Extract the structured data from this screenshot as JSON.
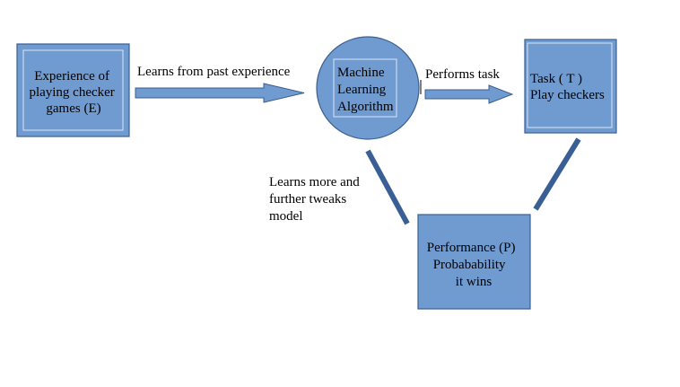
{
  "colors": {
    "node_fill": "#6f9bd1",
    "node_stroke": "#3b5f8f",
    "inner_border": "#dbe6f4",
    "arrow_fill": "#6f9bd1",
    "connector": "#3a5f94"
  },
  "nodes": {
    "experience": {
      "lines": [
        "Experience of",
        "playing checker",
        "games (E)"
      ]
    },
    "ml_algorithm": {
      "lines": [
        "Machine",
        "Learning",
        "Algorithm"
      ]
    },
    "task": {
      "lines": [
        "Task ( T )",
        "Play checkers"
      ]
    },
    "performance": {
      "lines": [
        "Performance (P)",
        "Probabability",
        "it wins"
      ]
    }
  },
  "edges": {
    "learns_from_experience": "Learns from past experience",
    "performs_task": "Performs task",
    "feedback": {
      "lines": [
        "Learns more and",
        "further tweaks",
        "model"
      ]
    }
  }
}
